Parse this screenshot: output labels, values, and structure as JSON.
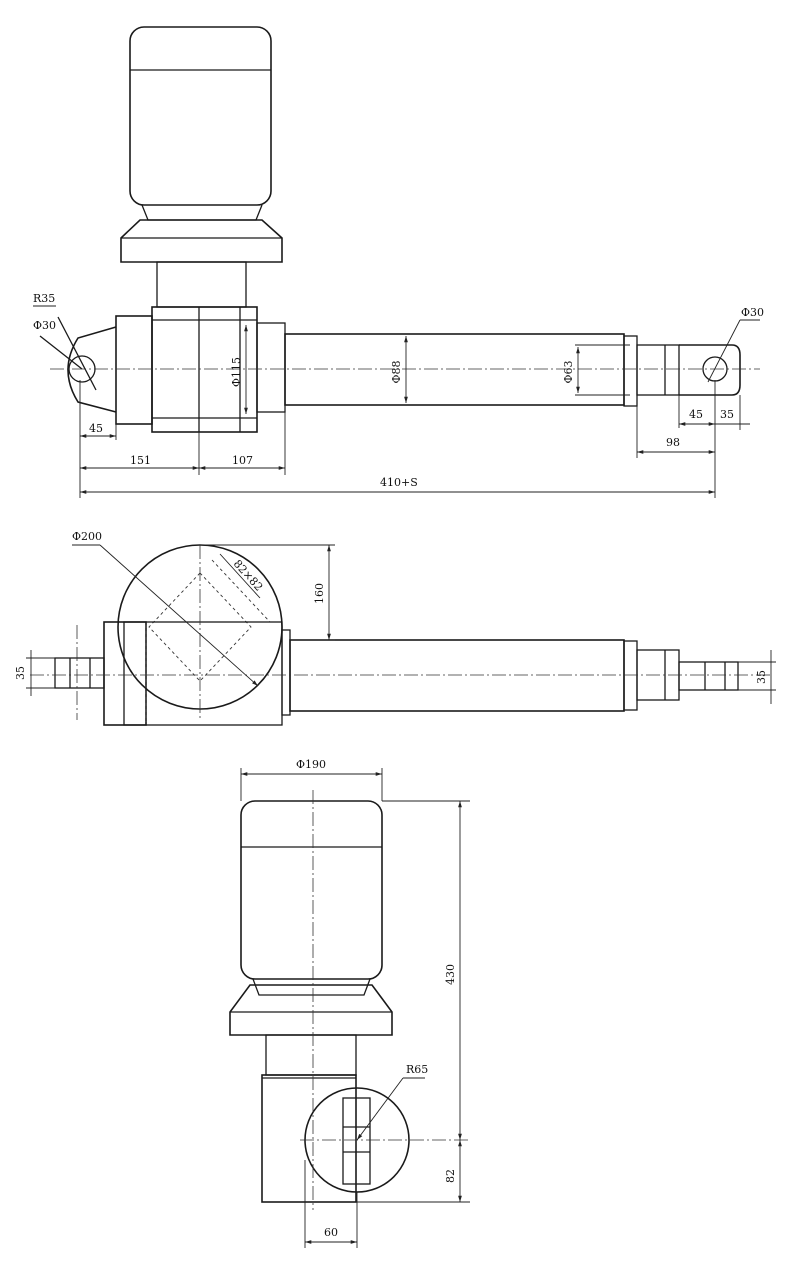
{
  "views": {
    "front": {
      "labels": {
        "r35": "R35",
        "phi30_left": "Φ30",
        "phi30_right": "Φ30",
        "phi115": "Φ115",
        "phi88": "Φ88",
        "phi63": "Φ63",
        "d45_left": "45",
        "d151": "151",
        "d107": "107",
        "d45_right": "45",
        "d35": "35",
        "d98": "98",
        "overall": "410+S"
      }
    },
    "side": {
      "labels": {
        "phi200": "Φ200",
        "square": "82×82",
        "d160": "160",
        "d35_left": "35",
        "d35_right": "35"
      }
    },
    "bottom": {
      "labels": {
        "phi190": "Φ190",
        "d430": "430",
        "r65": "R65",
        "d82": "82",
        "d60": "60"
      }
    }
  },
  "colors": {
    "line": "#1a1a1a",
    "background": "#ffffff"
  }
}
